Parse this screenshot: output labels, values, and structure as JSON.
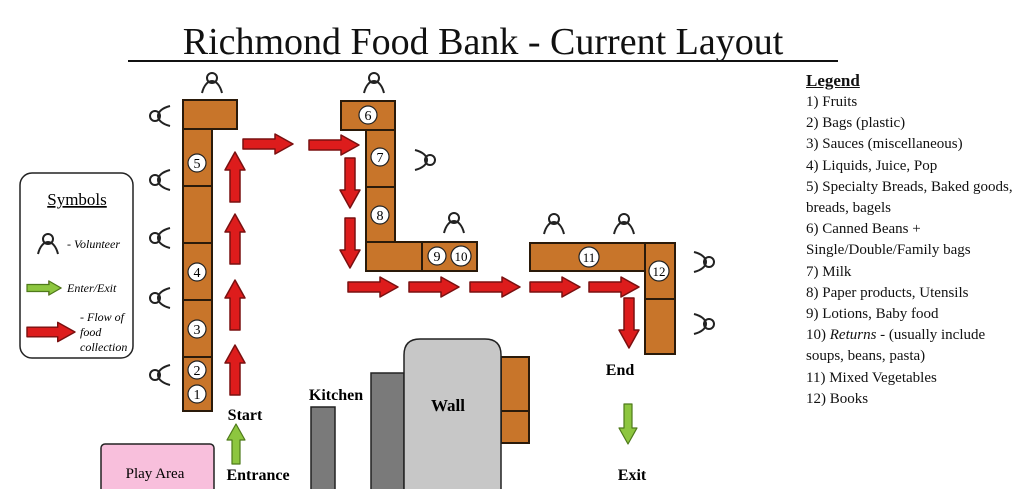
{
  "title": "Richmond Food Bank - Current Layout",
  "symbols": {
    "heading": "Symbols",
    "volunteer": "- Volunteer",
    "enter_exit": "Enter/Exit",
    "flow_line1": "- Flow of",
    "flow_line2": "food",
    "flow_line3": "collection"
  },
  "legend": {
    "heading": "Legend",
    "items": [
      {
        "num": "1)",
        "pre": "Fruits",
        "em": "",
        "post": ""
      },
      {
        "num": "2)",
        "pre": "Bags (plastic)",
        "em": "",
        "post": ""
      },
      {
        "num": "3)",
        "pre": "Sauces (miscellaneous)",
        "em": "",
        "post": ""
      },
      {
        "num": "4)",
        "pre": "Liquids, Juice, Pop",
        "em": "",
        "post": ""
      },
      {
        "num": "5)",
        "pre": "Specialty Breads, Baked goods, breads, bagels",
        "em": "",
        "post": ""
      },
      {
        "num": "6)",
        "pre": "Canned Beans + Single/Double/Family bags",
        "em": "",
        "post": ""
      },
      {
        "num": "7)",
        "pre": "Milk",
        "em": "",
        "post": ""
      },
      {
        "num": "8)",
        "pre": "Paper products, Utensils",
        "em": "",
        "post": ""
      },
      {
        "num": "9)",
        "pre": "Lotions, Baby food",
        "em": "",
        "post": ""
      },
      {
        "num": "10)",
        "pre": "",
        "em": "Returns",
        "post": " - (usually include soups, beans, pasta)"
      },
      {
        "num": "11)",
        "pre": "Mixed Vegetables",
        "em": "",
        "post": ""
      },
      {
        "num": "12)",
        "pre": "Books",
        "em": "",
        "post": ""
      }
    ]
  },
  "stations": [
    "1",
    "2",
    "3",
    "4",
    "5",
    "6",
    "7",
    "8",
    "9",
    "10",
    "11",
    "12"
  ],
  "labels": {
    "start": "Start",
    "entrance": "Entrance",
    "end": "End",
    "exit": "Exit",
    "kitchen": "Kitchen",
    "wall": "Wall",
    "play_area": "Play Area"
  },
  "colors": {
    "table": "#c8752a",
    "flow_arrow": "#dd1c1c",
    "enter_arrow": "#8dc63f",
    "wall": "#c7c7c7",
    "kitchen_wall": "#7a7a7a",
    "play_area": "#f8bfdc"
  }
}
